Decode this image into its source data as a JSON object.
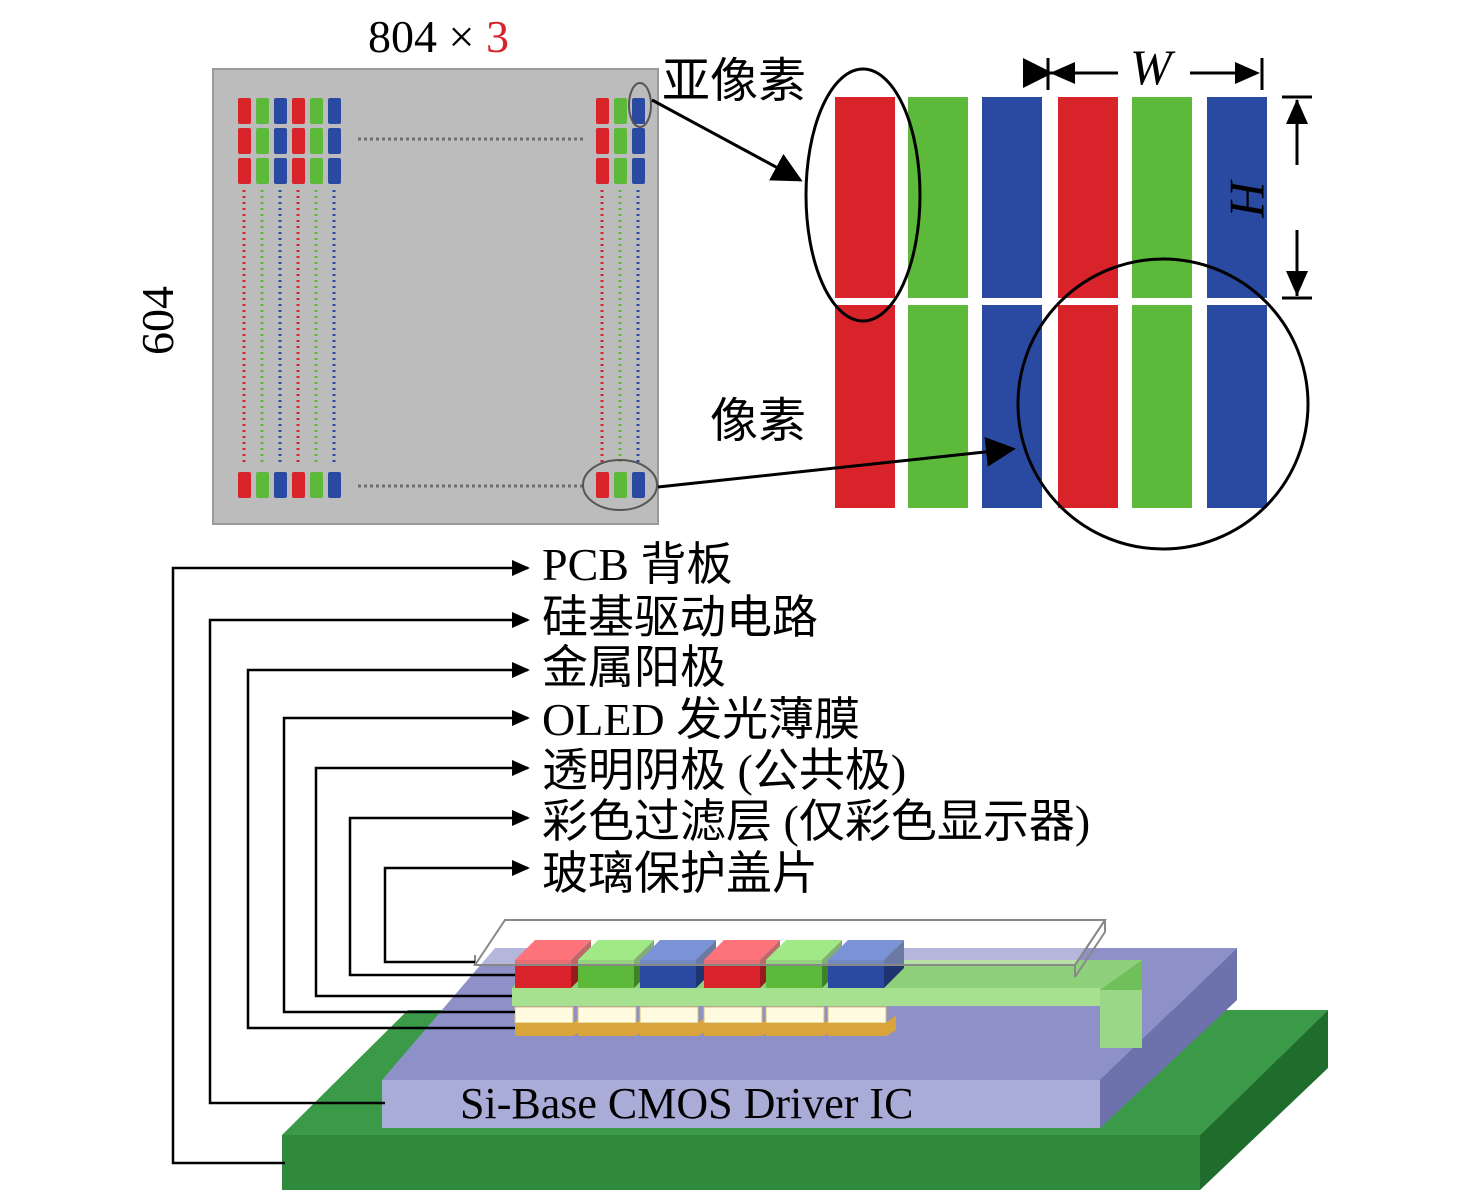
{
  "top": {
    "cols_number": "804",
    "cols_times": "×",
    "cols_factor": "3",
    "rows_label": "604",
    "subpixel_label": "亚像素",
    "pixel_label": "像素",
    "width_label": "W",
    "height_label": "H"
  },
  "layers": [
    "PCB 背板",
    "硅基驱动电路",
    "金属阳极",
    "OLED 发光薄膜",
    "透明阴极 (公共极)",
    "彩色过滤层 (仅彩色显示器)",
    "玻璃保护盖片"
  ],
  "chip_label": "Si-Base CMOS Driver IC",
  "colors": {
    "red": "#d9232b",
    "green": "#5cb93a",
    "blue": "#2a4aa1",
    "panel_gray": "#bcbcbc",
    "pcb_green": "#2f8a3c",
    "ic_lavender": "#a9acd6"
  }
}
